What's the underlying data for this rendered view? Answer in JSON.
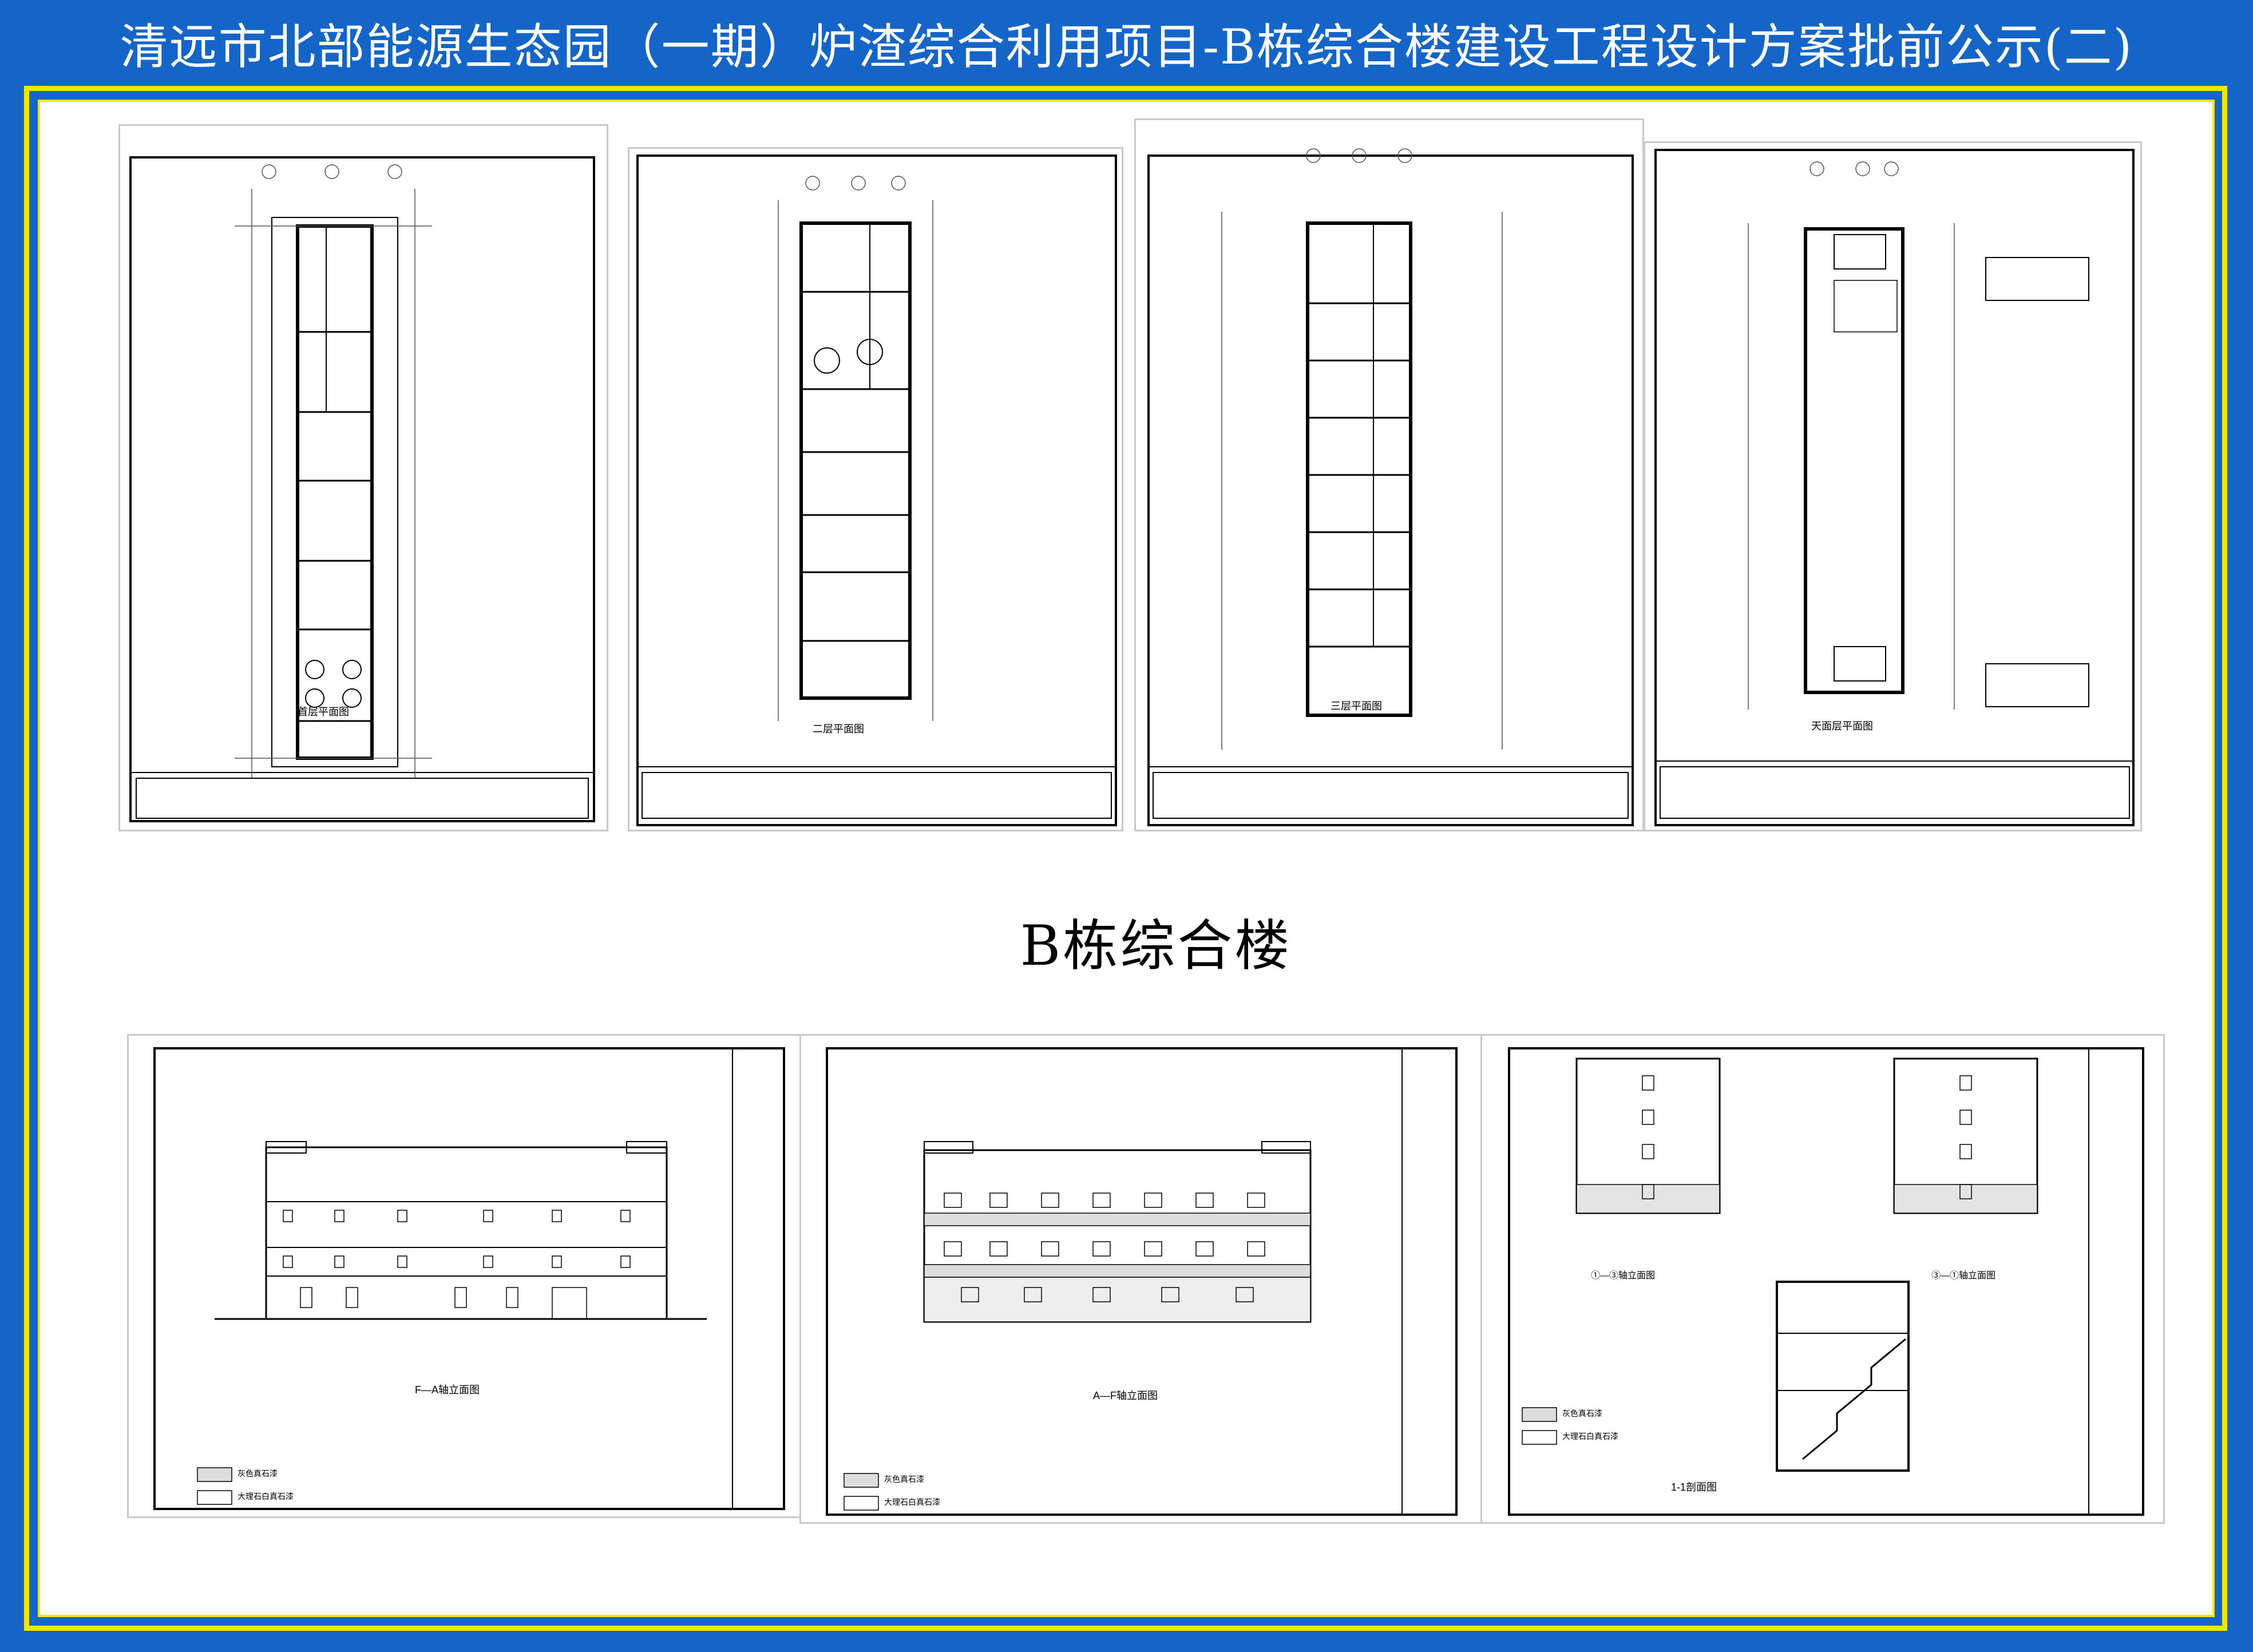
{
  "page_title": "清远市北部能源生态园（一期）炉渣综合利用项目-B栋综合楼建设工程设计方案批前公示(二)",
  "building_label": "B栋综合楼",
  "plans": [
    {
      "caption": "首层平面图"
    },
    {
      "caption": "二层平面图"
    },
    {
      "caption": "三层平面图"
    },
    {
      "caption": "天面层平面图"
    }
  ],
  "elevations": [
    {
      "caption": "F—A轴立面图",
      "legend": [
        "灰色真石漆",
        "大理石白真石漆"
      ]
    },
    {
      "caption": "A—F轴立面图",
      "legend": [
        "灰色真石漆",
        "大理石白真石漆"
      ]
    },
    {
      "caption_left": "①—③轴立面图",
      "caption_right": "③—①轴立面图",
      "caption_section": "1-1剖面图",
      "legend": [
        "灰色真石漆",
        "大理石白真石漆"
      ]
    }
  ],
  "colors": {
    "background": "#1565c9",
    "frame": "#f2e600",
    "title_text": "#ffffff"
  }
}
